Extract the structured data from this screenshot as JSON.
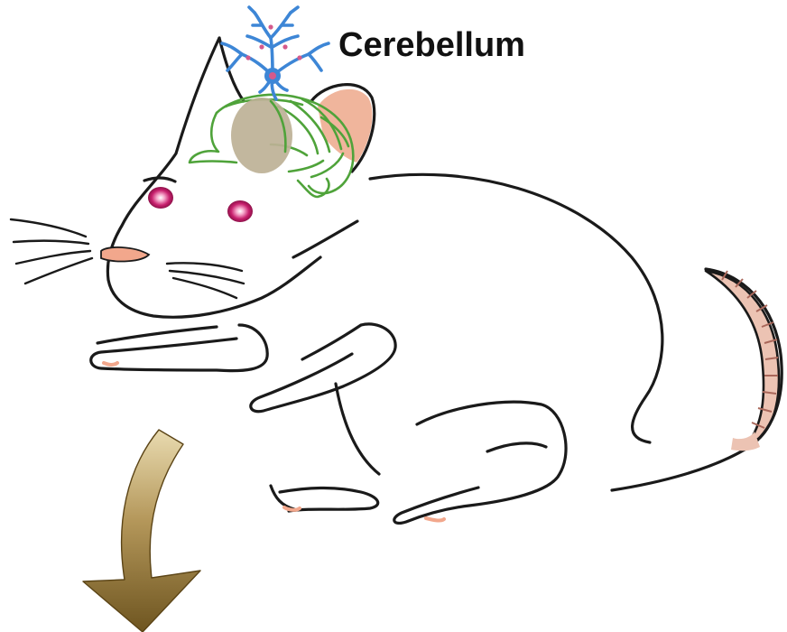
{
  "diagram": {
    "label": "Cerebellum",
    "colors": {
      "outline": "#1a1a1a",
      "cerebellum_region": "#bdb196",
      "brain_outline": "#4fa33a",
      "neuron": "#3d86d6",
      "neuron_nucleus": "#d45a8c",
      "eye": "#d0307a",
      "nose": "#f2a78c",
      "ear_inner": "#f0b59c",
      "tail": "#e8b3a0",
      "arrow_dark": "#7c6328",
      "arrow_light": "#e4d2a3"
    },
    "elements": [
      "rat",
      "brain",
      "cerebellum-highlight",
      "purkinje-neuron",
      "down-arrow"
    ]
  }
}
